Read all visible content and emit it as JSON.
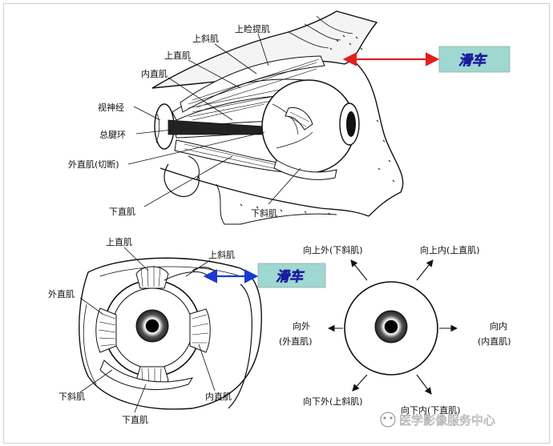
{
  "top_diagram": {
    "labels": {
      "levator": "上睑提肌",
      "superior_oblique": "上斜肌",
      "superior_rectus": "上直肌",
      "medial_rectus": "内直肌",
      "optic_nerve": "视神经",
      "common_tendon_ring": "总腱环",
      "lateral_rectus_cut": "外直肌(切断)",
      "inferior_rectus": "下直肌",
      "inferior_oblique": "下斜肌"
    },
    "trochlea_label": "滑车"
  },
  "bottom_left": {
    "labels": {
      "superior_rectus": "上直肌",
      "superior_oblique": "上斜肌",
      "lateral_rectus": "外直肌",
      "inferior_oblique": "下斜肌",
      "medial_rectus": "内直肌",
      "inferior_rectus": "下直肌"
    },
    "trochlea_label": "滑车"
  },
  "bottom_right": {
    "labels": {
      "up_out": "向上外(下斜肌)",
      "up_in": "向上内(上直肌)",
      "out_title": "向外",
      "out_muscle": "(外直肌)",
      "in_title": "向内",
      "in_muscle": "(内直肌)",
      "down_out": "向下外(上斜肌)",
      "down_in": "向下内(下直肌)"
    }
  },
  "watermark": "医学影像服务中心",
  "colors": {
    "red_arrow": "#e02020",
    "blue_arrow": "#1a3ad0",
    "callout_bg": "#9ed8d0",
    "callout_text": "#ffffff"
  }
}
